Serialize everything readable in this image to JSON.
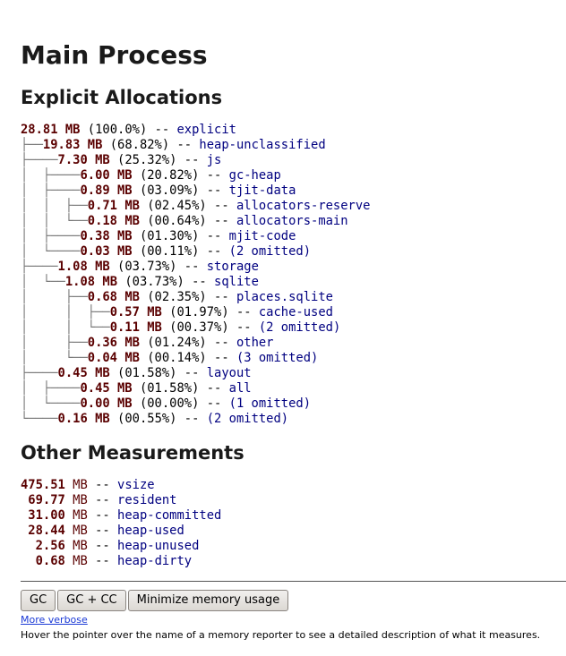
{
  "page_title": "Main Process",
  "explicit_section": {
    "heading": "Explicit Allocations",
    "rows": [
      {
        "guide": "",
        "value": "28.81",
        "unit": "MB",
        "pct": "(100.0%)",
        "sep": "--",
        "name": "explicit"
      },
      {
        "guide": "├──",
        "value": "19.83",
        "unit": "MB",
        "pct": "(68.82%)",
        "sep": "--",
        "name": "heap-unclassified"
      },
      {
        "guide": "├────",
        "value": "7.30",
        "unit": "MB",
        "pct": "(25.32%)",
        "sep": "--",
        "name": "js"
      },
      {
        "guide": "│  ├────",
        "value": "6.00",
        "unit": "MB",
        "pct": "(20.82%)",
        "sep": "--",
        "name": "gc-heap"
      },
      {
        "guide": "│  ├────",
        "value": "0.89",
        "unit": "MB",
        "pct": "(03.09%)",
        "sep": "--",
        "name": "tjit-data"
      },
      {
        "guide": "│  │  ├──",
        "value": "0.71",
        "unit": "MB",
        "pct": "(02.45%)",
        "sep": "--",
        "name": "allocators-reserve"
      },
      {
        "guide": "│  │  └──",
        "value": "0.18",
        "unit": "MB",
        "pct": "(00.64%)",
        "sep": "--",
        "name": "allocators-main"
      },
      {
        "guide": "│  ├────",
        "value": "0.38",
        "unit": "MB",
        "pct": "(01.30%)",
        "sep": "--",
        "name": "mjit-code"
      },
      {
        "guide": "│  └────",
        "value": "0.03",
        "unit": "MB",
        "pct": "(00.11%)",
        "sep": "--",
        "name": "(2 omitted)"
      },
      {
        "guide": "├────",
        "value": "1.08",
        "unit": "MB",
        "pct": "(03.73%)",
        "sep": "--",
        "name": "storage"
      },
      {
        "guide": "│  └──",
        "value": "1.08",
        "unit": "MB",
        "pct": "(03.73%)",
        "sep": "--",
        "name": "sqlite"
      },
      {
        "guide": "│     ├──",
        "value": "0.68",
        "unit": "MB",
        "pct": "(02.35%)",
        "sep": "--",
        "name": "places.sqlite"
      },
      {
        "guide": "│     │  ├──",
        "value": "0.57",
        "unit": "MB",
        "pct": "(01.97%)",
        "sep": "--",
        "name": "cache-used"
      },
      {
        "guide": "│     │  └──",
        "value": "0.11",
        "unit": "MB",
        "pct": "(00.37%)",
        "sep": "--",
        "name": "(2 omitted)"
      },
      {
        "guide": "│     ├──",
        "value": "0.36",
        "unit": "MB",
        "pct": "(01.24%)",
        "sep": "--",
        "name": "other"
      },
      {
        "guide": "│     └──",
        "value": "0.04",
        "unit": "MB",
        "pct": "(00.14%)",
        "sep": "--",
        "name": "(3 omitted)"
      },
      {
        "guide": "├────",
        "value": "0.45",
        "unit": "MB",
        "pct": "(01.58%)",
        "sep": "--",
        "name": "layout"
      },
      {
        "guide": "│  ├────",
        "value": "0.45",
        "unit": "MB",
        "pct": "(01.58%)",
        "sep": "--",
        "name": "all"
      },
      {
        "guide": "│  └────",
        "value": "0.00",
        "unit": "MB",
        "pct": "(00.00%)",
        "sep": "--",
        "name": "(1 omitted)"
      },
      {
        "guide": "└────",
        "value": "0.16",
        "unit": "MB",
        "pct": "(00.55%)",
        "sep": "--",
        "name": "(2 omitted)"
      }
    ]
  },
  "other_section": {
    "heading": "Other Measurements",
    "rows": [
      {
        "value": "475.51",
        "unit": "MB",
        "sep": "--",
        "name": "vsize"
      },
      {
        "value": " 69.77",
        "unit": "MB",
        "sep": "--",
        "name": "resident"
      },
      {
        "value": " 31.00",
        "unit": "MB",
        "sep": "--",
        "name": "heap-committed"
      },
      {
        "value": " 28.44",
        "unit": "MB",
        "sep": "--",
        "name": "heap-used"
      },
      {
        "value": "  2.56",
        "unit": "MB",
        "sep": "--",
        "name": "heap-unused"
      },
      {
        "value": "  0.68",
        "unit": "MB",
        "sep": "--",
        "name": "heap-dirty"
      }
    ]
  },
  "buttons": {
    "gc": "GC",
    "gc_cc": "GC + CC",
    "minimize": "Minimize memory usage"
  },
  "links": {
    "more_verbose": "More verbose"
  },
  "hint_text": "Hover the pointer over the name of a memory reporter to see a detailed description of what it measures."
}
